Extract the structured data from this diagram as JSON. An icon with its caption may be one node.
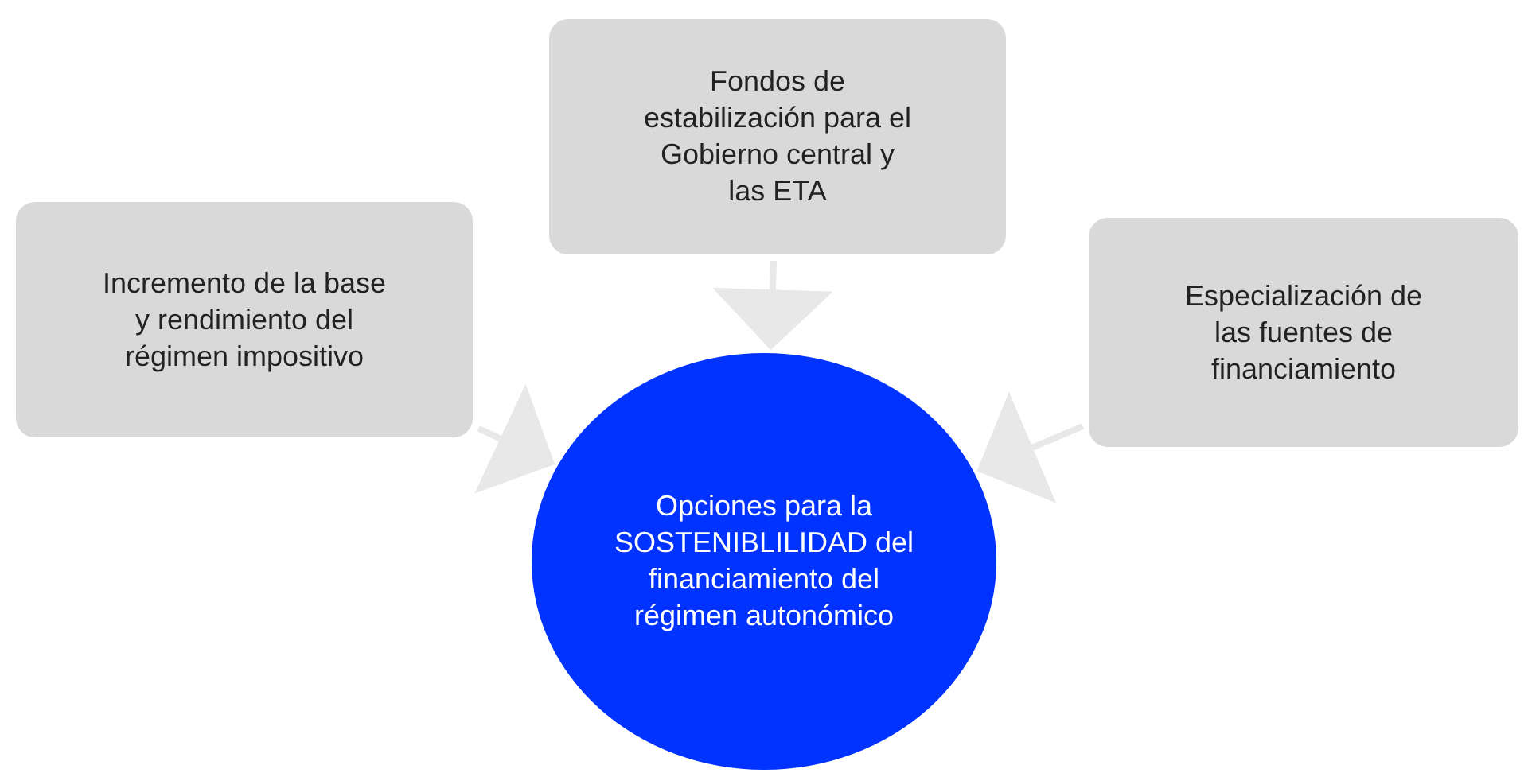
{
  "diagram": {
    "nodes": [
      {
        "text": [
          "Incremento de la base y rendimiento del régimen impositivo"
        ]
      },
      {
        "text": [
          "Fondos de estabilización para el Gobierno central y las ETA"
        ]
      },
      {
        "text": [
          "Especialización de las fuentes de financiamiento"
        ]
      },
      {
        "text": [
          "Opciones para la SOSTENIBLILIDAD del financiamiento del régimen autonómico"
        ]
      }
    ],
    "edges": [
      {
        "from": 0,
        "to": 3,
        "arrow": "to"
      },
      {
        "from": 1,
        "to": 3,
        "arrow": "to"
      },
      {
        "from": 2,
        "to": 3,
        "arrow": "to"
      }
    ]
  }
}
